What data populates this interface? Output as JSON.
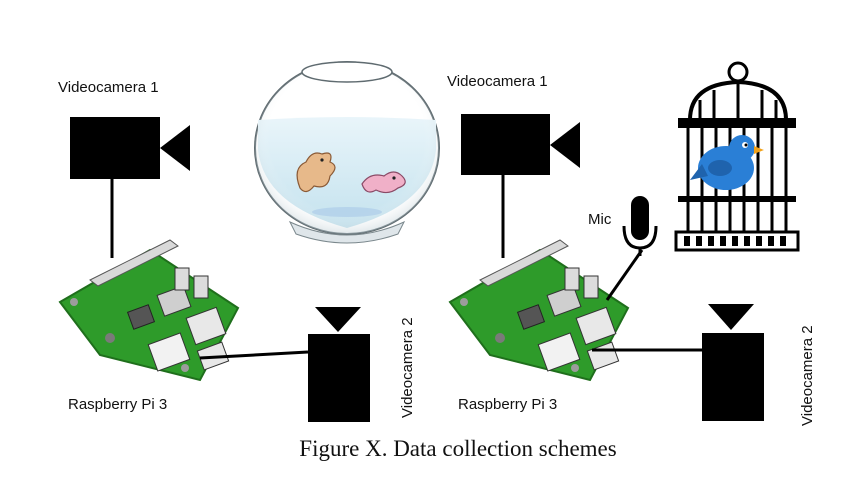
{
  "caption": "Figure X. Data collection schemes",
  "schemes": [
    {
      "camera1_label": "Videocamera 1",
      "camera2_label": "Videocamera 2",
      "board_label": "Raspberry Pi 3",
      "subject": "fishbowl-with-fish"
    },
    {
      "camera1_label": "Videocamera 1",
      "camera2_label": "Videocamera 2",
      "board_label": "Raspberry Pi 3",
      "mic_label": "Mic",
      "subject": "birdcage-with-bird"
    }
  ],
  "colors": {
    "board_green": "#2e9b2a",
    "board_dark": "#1f6f1c",
    "water": "#cfe9f3",
    "bird_blue": "#2a7fd6",
    "cable": "#000000"
  }
}
